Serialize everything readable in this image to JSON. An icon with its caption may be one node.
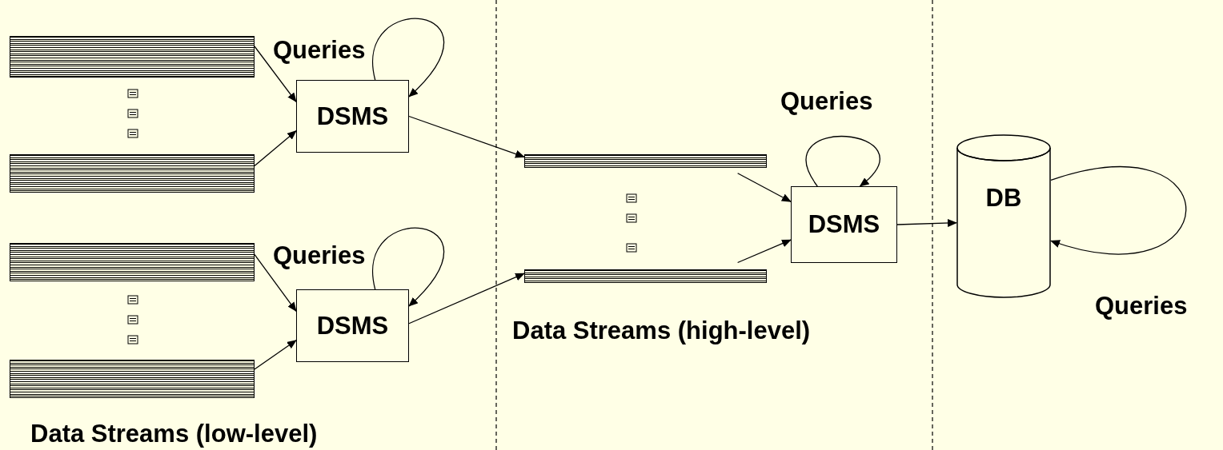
{
  "diagram": {
    "nodes": [
      {
        "text": [],
        "shape": "bar"
      },
      {
        "text": [],
        "shape": "bar"
      },
      {
        "text": [
          "DSMS"
        ]
      },
      {
        "text": [],
        "shape": "bar"
      },
      {
        "text": [],
        "shape": "bar"
      },
      {
        "text": [
          "DSMS"
        ]
      },
      {
        "text": [],
        "shape": "bar"
      },
      {
        "text": [],
        "shape": "bar"
      },
      {
        "text": [
          "DSMS"
        ]
      },
      {
        "text": [
          "DB"
        ]
      }
    ],
    "edges": [
      {
        "from": 0,
        "to": 2,
        "arrow": "to"
      },
      {
        "from": 1,
        "to": 2,
        "arrow": "to"
      },
      {
        "from": 2,
        "to": 2,
        "arrow": "to",
        "label": "Queries"
      },
      {
        "from": 3,
        "to": 5,
        "arrow": "to"
      },
      {
        "from": 4,
        "to": 5,
        "arrow": "to"
      },
      {
        "from": 5,
        "to": 5,
        "arrow": "to",
        "label": "Queries"
      },
      {
        "from": 2,
        "to": 6,
        "arrow": "to"
      },
      {
        "from": 5,
        "to": 7,
        "arrow": "to"
      },
      {
        "from": 6,
        "to": 8,
        "arrow": "to"
      },
      {
        "from": 7,
        "to": 8,
        "arrow": "to"
      },
      {
        "from": 8,
        "to": 8,
        "arrow": "to",
        "label": "Queries"
      },
      {
        "from": 8,
        "to": 9,
        "arrow": "to"
      },
      {
        "from": 9,
        "to": 9,
        "arrow": "to",
        "label": "Queries"
      }
    ],
    "labels": [
      "Data Streams (high-level)",
      "Data Streams (low-level)"
    ]
  }
}
